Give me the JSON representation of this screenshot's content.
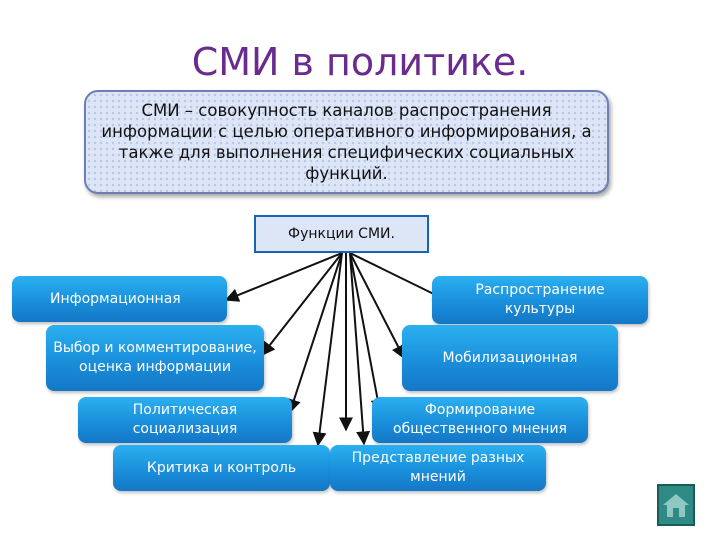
{
  "title": "СМИ в политике.",
  "definition": "СМИ – совокупность каналов распространения информации с целью оперативного информирования, а также для выполнения специфических социальных функций.",
  "functions_label": "Функции СМИ.",
  "left_nodes": [
    "Информационная",
    "Выбор и комментирование, оценка информации",
    "Политическая социализация",
    "Критика и контроль"
  ],
  "right_nodes": [
    "Распространение культуры",
    "Мобилизационная",
    "Формирование общественного мнения",
    "Представление разных мнений"
  ],
  "colors": {
    "title": "#6a2b8f",
    "node": "#1a8fdb",
    "arrow": "#111111"
  },
  "icons": [
    "home-icon"
  ]
}
